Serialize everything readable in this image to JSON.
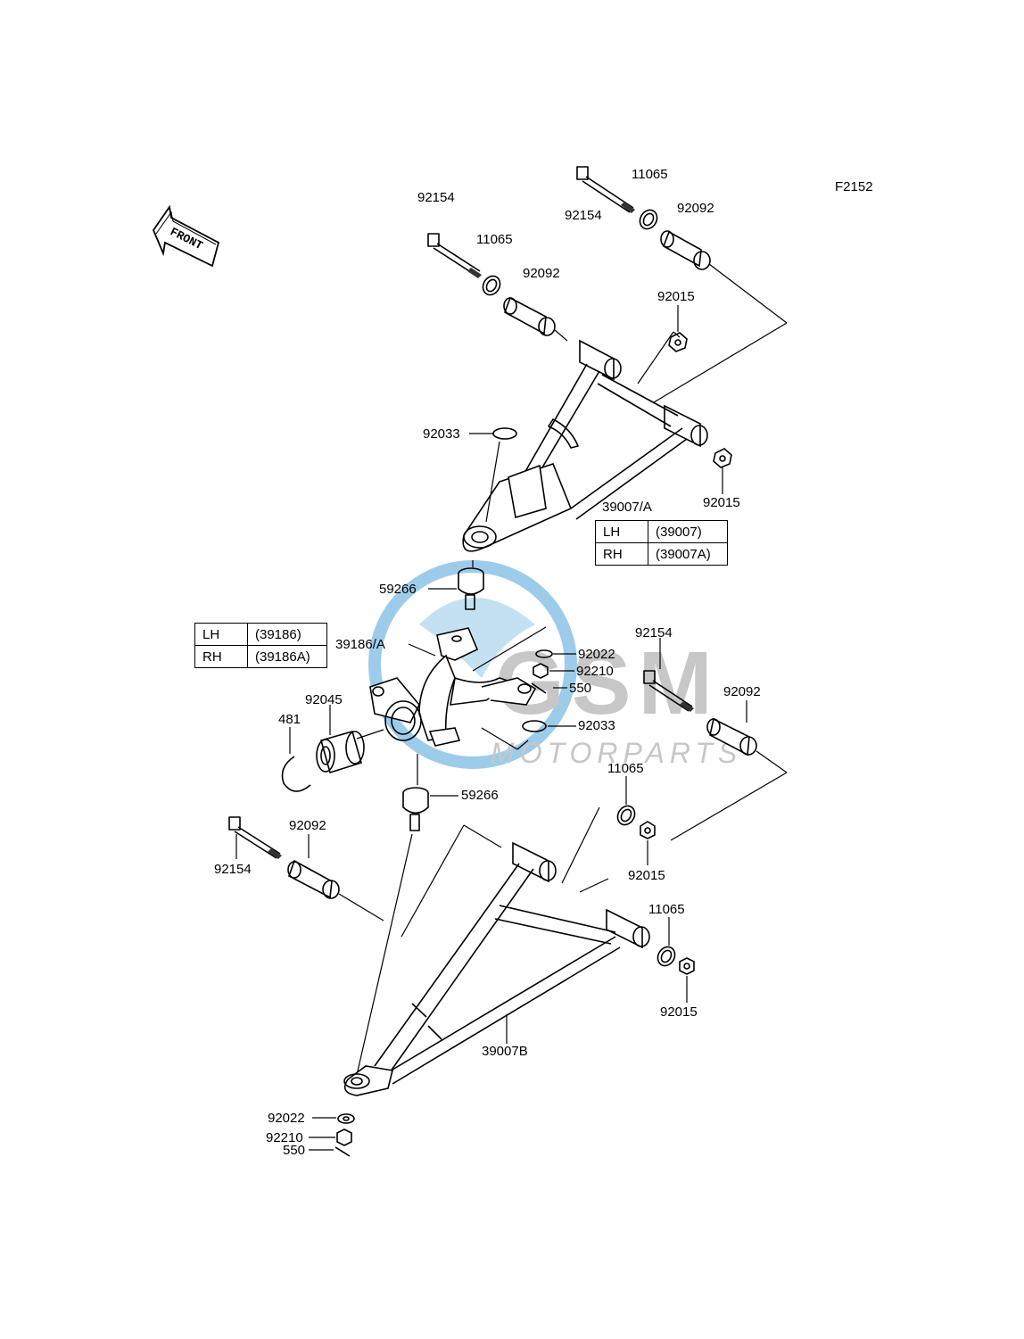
{
  "figure_code": "F2152",
  "front_label": "FRONT",
  "watermark": {
    "logo": "GSM",
    "text": "MOTORPARTS",
    "color_blue": "#4da3d9",
    "color_gray": "#9a9a9a"
  },
  "callouts": {
    "upper_bolt_left": "92154",
    "upper_bolt_right": "92154",
    "upper_washer_left": "11065",
    "upper_washer_right": "11065",
    "upper_bushing_left": "92092",
    "upper_bushing_right": "92092",
    "upper_nut_top": "92015",
    "upper_nut_bottom": "92015",
    "upper_snapring": "92033",
    "upper_arm": "39007/A",
    "upper_balljoint": "59266",
    "knuckle": "39186/A",
    "knuckle_washer": "92022",
    "knuckle_nut": "92210",
    "knuckle_pin": "550",
    "knuckle_snapring": "92033",
    "bearing": "92045",
    "circlip": "481",
    "lower_balljoint": "59266",
    "lower_bolt_right": "92154",
    "lower_bushing_right": "92092",
    "lower_washer_mid": "11065",
    "lower_nut_mid": "92015",
    "lower_bolt_left": "92154",
    "lower_bushing_left": "92092",
    "lower_washer_right": "11065",
    "lower_nut_right": "92015",
    "lower_arm": "39007B",
    "lower_washer": "92022",
    "lower_nut": "92210",
    "lower_pin": "550"
  },
  "upper_arm_table": [
    {
      "side": "LH",
      "part": "(39007)"
    },
    {
      "side": "RH",
      "part": "(39007A)"
    }
  ],
  "knuckle_table": [
    {
      "side": "LH",
      "part": "(39186)"
    },
    {
      "side": "RH",
      "part": "(39186A)"
    }
  ]
}
